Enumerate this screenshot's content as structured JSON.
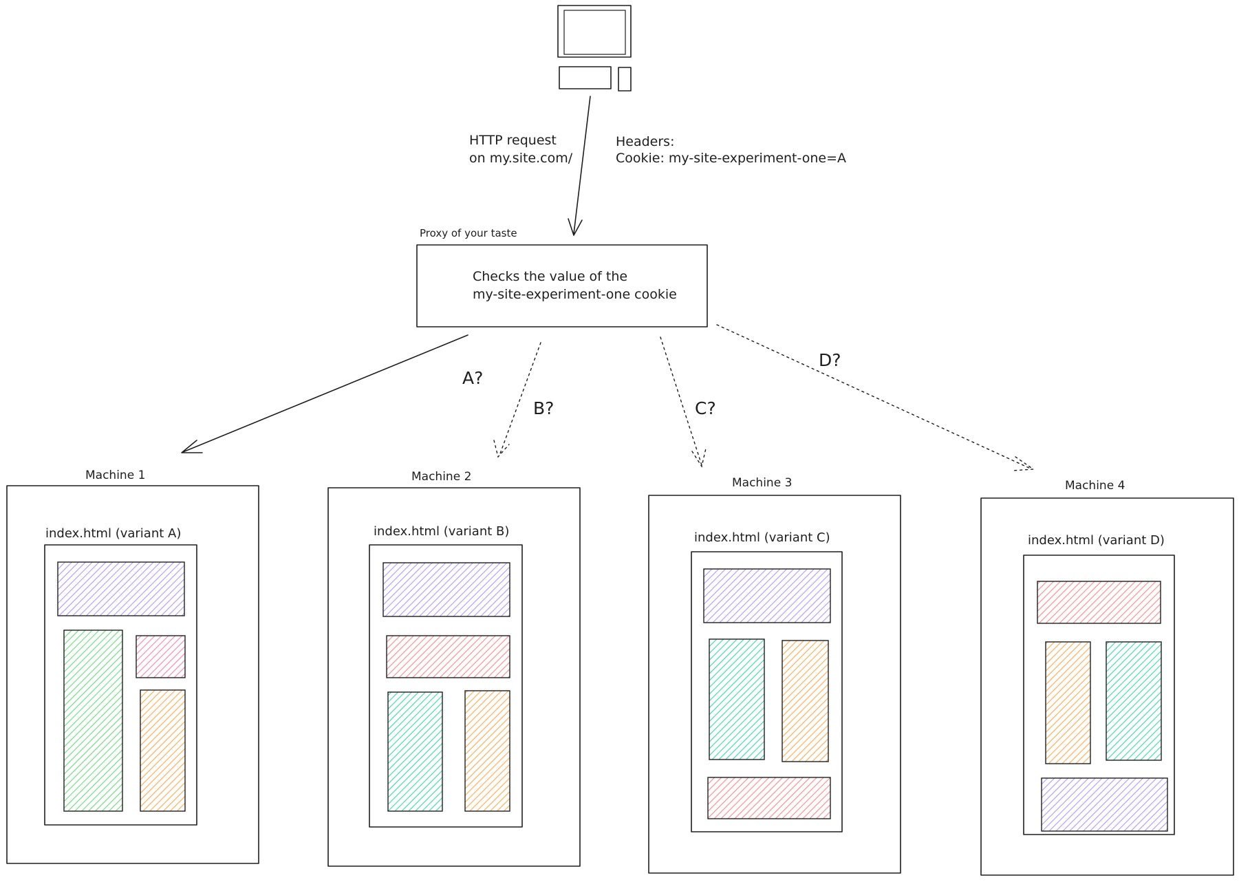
{
  "client": {
    "request_line1": "HTTP request",
    "request_line2": "on my.site.com/",
    "headers_line1": "Headers:",
    "headers_line2": "Cookie: my-site-experiment-one=A"
  },
  "proxy": {
    "caption": "Proxy of your taste",
    "text_line1": "Checks the value of  the",
    "text_line2": "my-site-experiment-one cookie"
  },
  "branches": {
    "a": "A?",
    "b": "B?",
    "c": "C?",
    "d": "D?"
  },
  "colors": {
    "purple": "#b197fc",
    "green": "#69db7c",
    "pink": "#f783ac",
    "orange": "#ffa94d",
    "teal": "#38d9a9",
    "red": "#ff8787"
  },
  "machines": [
    {
      "title": "Machine 1",
      "file": "index.html (variant A)"
    },
    {
      "title": "Machine 2",
      "file": "index.html (variant B)"
    },
    {
      "title": "Machine 3",
      "file": "index.html (variant C)"
    },
    {
      "title": "Machine 4",
      "file": "index.html (variant D)"
    }
  ]
}
